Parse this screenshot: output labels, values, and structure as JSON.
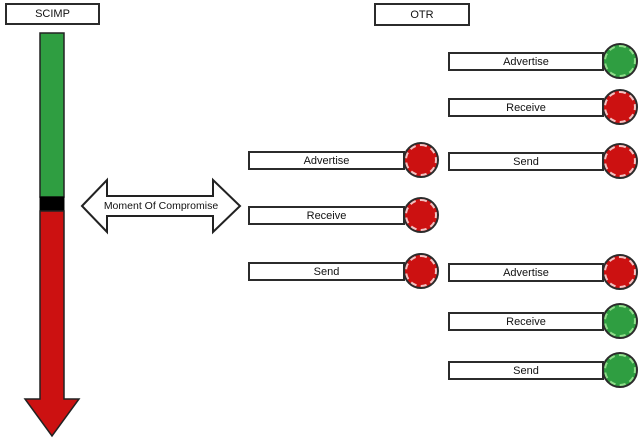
{
  "titles": {
    "left_column": "SCIMP",
    "right_column": "OTR"
  },
  "compromise": {
    "label": "Moment Of Compromise"
  },
  "colors": {
    "secure_green": "#2f9e41",
    "compromised_red": "#cc1111",
    "timeline_black": "#000000",
    "outline": "#2b2b2b"
  },
  "scimp_events": [
    {
      "label": "Advertise",
      "status": "red"
    },
    {
      "label": "Receive",
      "status": "red"
    },
    {
      "label": "Send",
      "status": "red"
    }
  ],
  "otr_events_before_compromise": [
    {
      "label": "Advertise",
      "status": "green"
    },
    {
      "label": "Receive",
      "status": "red"
    },
    {
      "label": "Send",
      "status": "red"
    }
  ],
  "otr_events_after_compromise": [
    {
      "label": "Advertise",
      "status": "red"
    },
    {
      "label": "Receive",
      "status": "green"
    },
    {
      "label": "Send",
      "status": "green"
    }
  ]
}
